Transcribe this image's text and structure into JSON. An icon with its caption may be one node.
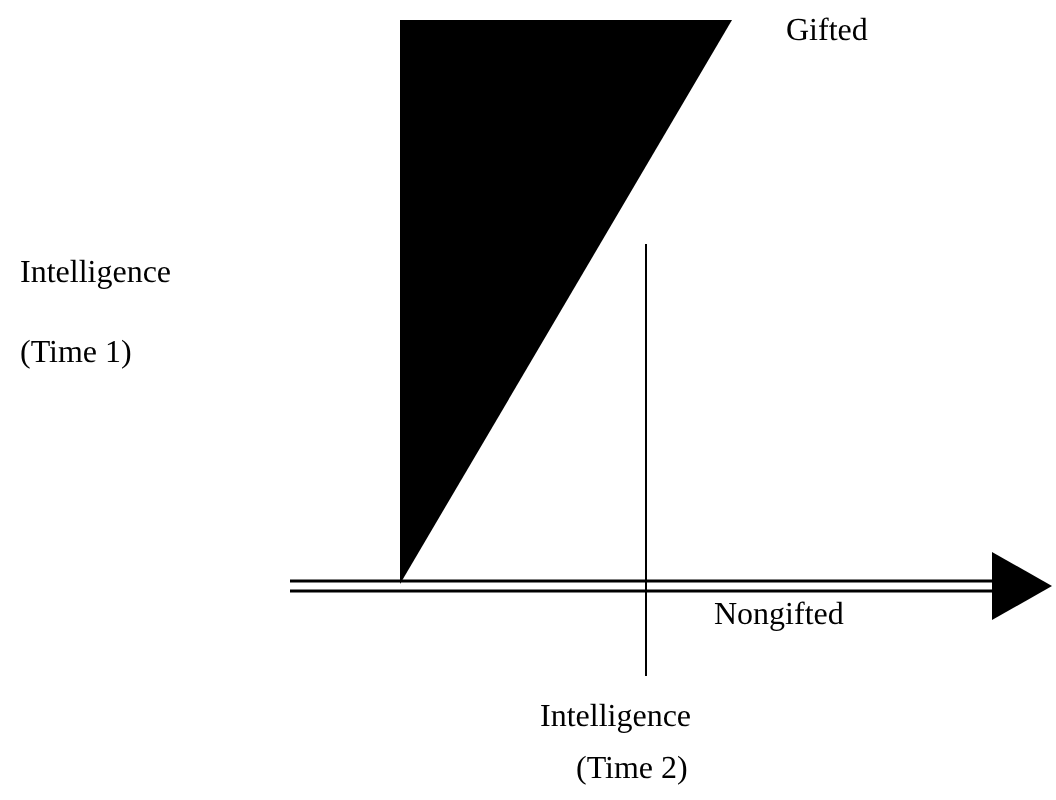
{
  "diagram": {
    "labels": [
      "Gifted",
      "Intelligence",
      "(Time 1)",
      "Nongifted",
      "Intelligence",
      "(Time 2)"
    ]
  }
}
